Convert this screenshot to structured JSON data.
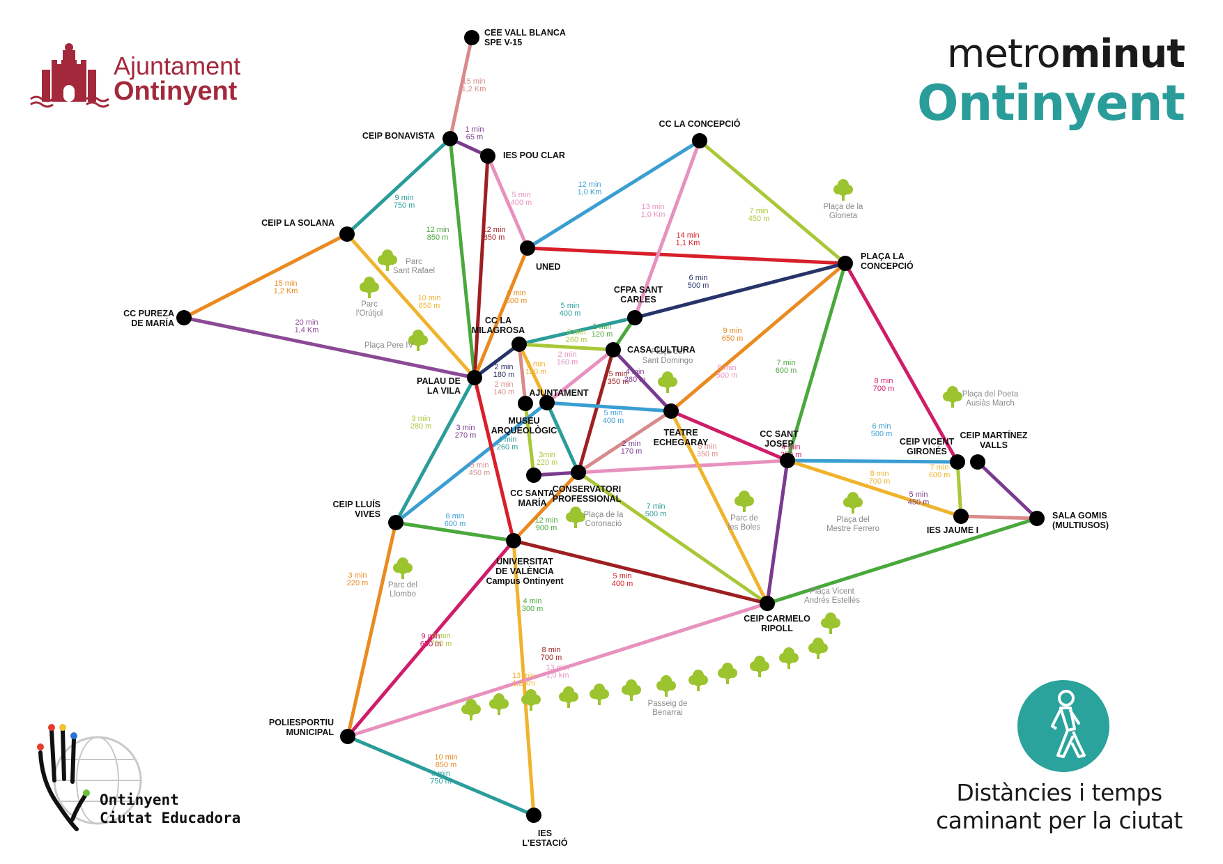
{
  "header": {
    "council_line1": "Ajuntament",
    "council_line2": "Ontinyent",
    "brand_light": "metro",
    "brand_bold": "minut",
    "brand_city": "Ontinyent"
  },
  "footer": {
    "edu_line1": "Ontinyent",
    "edu_line2": "Ciutat Educadora",
    "tagline_line1": "Distàncies i temps",
    "tagline_line2": "caminant per la ciutat",
    "walking_icon": "walking-person-icon"
  },
  "colors": {
    "brand_red": "#a4283b",
    "brand_teal": "#2a9d9a",
    "tree_green": "#9cc42f",
    "station": "#000000"
  },
  "stations": [
    {
      "id": "vall_blanca",
      "label": [
        "CEE VALL BLANCA",
        "SPE V-15"
      ]
    },
    {
      "id": "bonavista",
      "label": [
        "CEIP BONAVISTA"
      ]
    },
    {
      "id": "pou_clar",
      "label": [
        "IES POU CLAR"
      ]
    },
    {
      "id": "solana",
      "label": [
        "CEIP LA SOLANA"
      ]
    },
    {
      "id": "cc_concepcio",
      "label": [
        "CC LA CONCEPCIÓ"
      ]
    },
    {
      "id": "uned",
      "label": [
        "UNED"
      ]
    },
    {
      "id": "placa_concepcio",
      "label": [
        "PLAÇA LA",
        "CONCEPCIÓ"
      ]
    },
    {
      "id": "pureza",
      "label": [
        "CC PUREZA",
        "DE MARÍA"
      ]
    },
    {
      "id": "sant_carles",
      "label": [
        "CFPA SANT",
        "CARLES"
      ]
    },
    {
      "id": "milagrosa",
      "label": [
        "CC LA",
        "MILAGROSA"
      ]
    },
    {
      "id": "casa_cultura",
      "label": [
        "CASA CULTURA"
      ]
    },
    {
      "id": "palau",
      "label": [
        "PALAU DE",
        "LA VILA"
      ]
    },
    {
      "id": "ajuntament",
      "label": [
        "AJUNTAMENT"
      ]
    },
    {
      "id": "museu",
      "label": [
        "MUSEU",
        "ARQUEOLÒGIC"
      ]
    },
    {
      "id": "teatre",
      "label": [
        "TEATRE",
        "ECHEGARAY"
      ]
    },
    {
      "id": "sant_josep",
      "label": [
        "CC SANT",
        "JOSEP"
      ]
    },
    {
      "id": "vicent_girones",
      "label": [
        "CEIP VICENT",
        "GIRONÉS"
      ]
    },
    {
      "id": "martinez_valls",
      "label": [
        "CEIP MARTÍNEZ",
        "VALLS"
      ]
    },
    {
      "id": "santa_maria",
      "label": [
        "CC SANTA",
        "MARÍA"
      ]
    },
    {
      "id": "conservatori",
      "label": [
        "CONSERVATORI",
        "PROFESSIONAL"
      ]
    },
    {
      "id": "lluis_vives",
      "label": [
        "CEIP LLUÍS",
        "VIVES"
      ]
    },
    {
      "id": "jaume_i",
      "label": [
        "IES JAUME I"
      ]
    },
    {
      "id": "sala_gomis",
      "label": [
        "SALA GOMIS",
        "(MULTIUSOS)"
      ]
    },
    {
      "id": "universitat",
      "label": [
        "UNIVERSITAT",
        "DE VALÈNCIA",
        "Campus Ontinyent"
      ]
    },
    {
      "id": "carmelo",
      "label": [
        "CEIP CARMELO",
        "RIPOLL"
      ]
    },
    {
      "id": "poliesportiu",
      "label": [
        "POLIESPORTIU",
        "MUNICIPAL"
      ]
    },
    {
      "id": "estacio",
      "label": [
        "IES",
        "L'ESTACIÓ"
      ]
    }
  ],
  "connections": [
    {
      "from": "vall_blanca",
      "to": "bonavista",
      "color": "#d98b8b",
      "time": "15 min",
      "dist": "1,2 Km"
    },
    {
      "from": "bonavista",
      "to": "pou_clar",
      "color": "#7a3b8f",
      "time": "1 min",
      "dist": "65 m"
    },
    {
      "from": "bonavista",
      "to": "solana",
      "color": "#2a9d9a",
      "time": "9 min",
      "dist": "750 m"
    },
    {
      "from": "bonavista",
      "to": "palau",
      "color": "#4aa83c",
      "time": "12 min",
      "dist": "850 m"
    },
    {
      "from": "pou_clar",
      "to": "palau",
      "color": "#9e1f22",
      "time": "12 min",
      "dist": "850 m"
    },
    {
      "from": "pou_clar",
      "to": "uned",
      "color": "#e891bf",
      "time": "5 min",
      "dist": "400 m"
    },
    {
      "from": "uned",
      "to": "cc_concepcio",
      "color": "#3a9ed3",
      "time": "12 min",
      "dist": "1,0 Km"
    },
    {
      "from": "uned",
      "to": "placa_concepcio",
      "color": "#d81f2a",
      "time": "14 min",
      "dist": "1,1 Km"
    },
    {
      "from": "cc_concepcio",
      "to": "sant_carles",
      "color": "#e891bf",
      "time": "13 min",
      "dist": "1,0 Km"
    },
    {
      "from": "cc_concepcio",
      "to": "placa_concepcio",
      "color": "#a8c838",
      "time": "7 min",
      "dist": "450 m"
    },
    {
      "from": "solana",
      "to": "pureza",
      "color": "#ea8a1f",
      "time": "15 min",
      "dist": "1,2 Km"
    },
    {
      "from": "solana",
      "to": "palau",
      "color": "#f0b32d",
      "time": "10 min",
      "dist": "650 m"
    },
    {
      "from": "pureza",
      "to": "palau",
      "color": "#8b4a96",
      "time": "20 min",
      "dist": "1,4 Km"
    },
    {
      "from": "uned",
      "to": "palau",
      "color": "#ea8a1f",
      "time": "8 min",
      "dist": "600 m"
    },
    {
      "from": "placa_concepcio",
      "to": "sant_carles",
      "color": "#273469",
      "time": "6 min",
      "dist": "500 m"
    },
    {
      "from": "placa_concepcio",
      "to": "teatre",
      "color": "#ea8a1f",
      "time": "9 min",
      "dist": "650 m"
    },
    {
      "from": "placa_concepcio",
      "to": "sant_josep",
      "color": "#4aa83c",
      "time": "7 min",
      "dist": "600 m"
    },
    {
      "from": "placa_concepcio",
      "to": "vicent_girones",
      "color": "#cf1d6a",
      "time": "8 min",
      "dist": "700 m"
    },
    {
      "from": "milagrosa",
      "to": "sant_carles",
      "color": "#2a9d9a",
      "time": "5 min",
      "dist": "400 m"
    },
    {
      "from": "sant_carles",
      "to": "casa_cultura",
      "color": "#4aa83c",
      "time": "1 min",
      "dist": "120 m"
    },
    {
      "from": "milagrosa",
      "to": "casa_cultura",
      "color": "#a8c838",
      "time": "3 min",
      "dist": "260 m"
    },
    {
      "from": "palau",
      "to": "milagrosa",
      "color": "#273469",
      "time": "2 min",
      "dist": "180 m"
    },
    {
      "from": "milagrosa",
      "to": "museu",
      "color": "#d98b8b",
      "time": "2 min",
      "dist": "140 m"
    },
    {
      "from": "milagrosa",
      "to": "ajuntament",
      "color": "#f0b32d",
      "time": "2 min",
      "dist": "120 m"
    },
    {
      "from": "casa_cultura",
      "to": "ajuntament",
      "color": "#e891bf",
      "time": "2 min",
      "dist": "160 m"
    },
    {
      "from": "casa_cultura",
      "to": "conservatori",
      "color": "#9e1f22",
      "time": "5 min",
      "dist": "350 m"
    },
    {
      "from": "casa_cultura",
      "to": "teatre",
      "color": "#7a3b8f",
      "time": "4 min",
      "dist": "280 m"
    },
    {
      "from": "ajuntament",
      "to": "teatre",
      "color": "#3a9ed3",
      "time": "5 min",
      "dist": "400 m"
    },
    {
      "from": "ajuntament",
      "to": "conservatori",
      "color": "#2a9d9a",
      "time": "4 min",
      "dist": "260 m"
    },
    {
      "from": "museu",
      "to": "santa_maria",
      "color": "#a8c838",
      "time": "3min",
      "dist": "220 m"
    },
    {
      "from": "santa_maria",
      "to": "conservatori",
      "color": "#7a3b8f",
      "time": "2 min",
      "dist": "170 m"
    },
    {
      "from": "teatre",
      "to": "conservatori",
      "color": "#d98b8b",
      "time": "5 min",
      "dist": "350 m"
    },
    {
      "from": "sant_josep",
      "to": "conservatori",
      "color": "#e891bf",
      "time": "6 min",
      "dist": "500 m"
    },
    {
      "from": "teatre",
      "to": "sant_josep",
      "color": "#cf1d6a",
      "time": "4 min",
      "dist": "350 m"
    },
    {
      "from": "teatre",
      "to": "carmelo",
      "color": "#f0b32d",
      "time": "8 min",
      "dist": "700 m"
    },
    {
      "from": "sant_josep",
      "to": "vicent_girones",
      "color": "#3a9ed3",
      "time": "6 min",
      "dist": "500 m"
    },
    {
      "from": "sant_josep",
      "to": "jaume_i",
      "color": "#f0b32d",
      "time": "7 min",
      "dist": "600 m"
    },
    {
      "from": "sant_josep",
      "to": "carmelo",
      "color": "#7a3b8f",
      "time": "5 min",
      "dist": "450 m"
    },
    {
      "from": "vicent_girones",
      "to": "jaume_i",
      "color": "#a8c838",
      "time": "3 min",
      "dist": "280 m"
    },
    {
      "from": "martinez_valls",
      "to": "sala_gomis",
      "color": "#7a3b8f",
      "time": "3 min",
      "dist": "270 m"
    },
    {
      "from": "jaume_i",
      "to": "sala_gomis",
      "color": "#d98b8b",
      "time": "5 min",
      "dist": "450 m"
    },
    {
      "from": "sala_gomis",
      "to": "carmelo",
      "color": "#4aa83c",
      "time": "12 min",
      "dist": "900 m"
    },
    {
      "from": "palau",
      "to": "lluis_vives",
      "color": "#2a9d9a",
      "time": "7 min",
      "dist": "500 m"
    },
    {
      "from": "ajuntament",
      "to": "lluis_vives",
      "color": "#3a9ed3",
      "time": "8 min",
      "dist": "600 m"
    },
    {
      "from": "palau",
      "to": "universitat",
      "color": "#d81f2a",
      "time": "5 min",
      "dist": "400 m"
    },
    {
      "from": "conservatori",
      "to": "universitat",
      "color": "#ea8a1f",
      "time": "3 min",
      "dist": "220 m"
    },
    {
      "from": "conservatori",
      "to": "carmelo",
      "color": "#a8c838",
      "time": "8 min",
      "dist": "700 m"
    },
    {
      "from": "lluis_vives",
      "to": "universitat",
      "color": "#4aa83c",
      "time": "4 min",
      "dist": "300 m"
    },
    {
      "from": "universitat",
      "to": "carmelo",
      "color": "#9e1f22",
      "time": "8 min",
      "dist": "700 m"
    },
    {
      "from": "lluis_vives",
      "to": "poliesportiu",
      "color": "#ea8a1f",
      "time": "10 min",
      "dist": "850 m"
    },
    {
      "from": "universitat",
      "to": "poliesportiu",
      "color": "#cf1d6a",
      "time": "9 min",
      "dist": "650 m"
    },
    {
      "from": "universitat",
      "to": "estacio",
      "color": "#f0b32d",
      "time": "13 min",
      "dist": "1,2 km"
    },
    {
      "from": "carmelo",
      "to": "poliesportiu",
      "color": "#e891bf",
      "time": "13 min",
      "dist": "1,0 km"
    },
    {
      "from": "poliesportiu",
      "to": "estacio",
      "color": "#2a9d9a",
      "time": "8 min",
      "dist": "750 m"
    }
  ],
  "parks": [
    {
      "id": "glorieta",
      "label": [
        "Plaça de la",
        "Glorieta"
      ]
    },
    {
      "id": "sant_rafael",
      "label": [
        "Parc",
        "Sant Rafael"
      ]
    },
    {
      "id": "orutjol",
      "label": [
        "Parc",
        "l'Orútjol"
      ]
    },
    {
      "id": "pere_iv",
      "label": [
        "Plaça Pere IV"
      ]
    },
    {
      "id": "sant_domingo",
      "label": [
        "Plaça del",
        "Sant Domingo"
      ]
    },
    {
      "id": "ausias_march",
      "label": [
        "Plaça del Poeta",
        "Ausiàs March"
      ]
    },
    {
      "id": "coronacio",
      "label": [
        "Plaça de la",
        "Coronació"
      ]
    },
    {
      "id": "boles",
      "label": [
        "Parc de",
        "les Boles"
      ]
    },
    {
      "id": "mestre_ferrero",
      "label": [
        "Plaça del",
        "Mestre Ferrero"
      ]
    },
    {
      "id": "llombo",
      "label": [
        "Parc del",
        "Llombo"
      ]
    },
    {
      "id": "andres_estelles",
      "label": [
        "Plaça Vicent",
        "Andrés Estellés"
      ]
    },
    {
      "id": "benarrai",
      "label": [
        "Passeig de",
        "Benarrai"
      ]
    }
  ]
}
